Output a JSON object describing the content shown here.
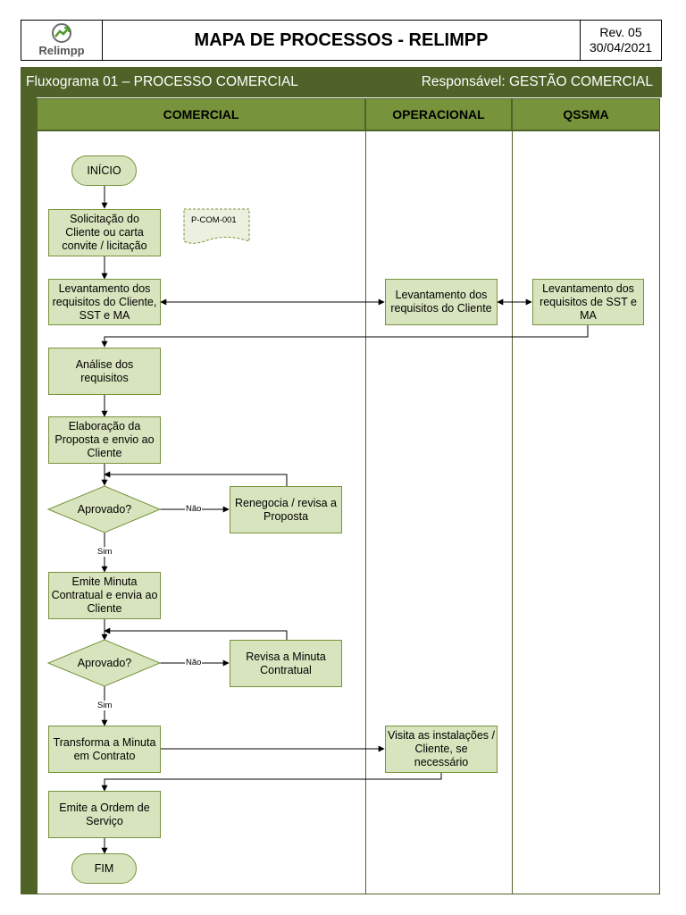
{
  "header": {
    "logo_text": "Relimpp",
    "title": "MAPA DE PROCESSOS - RELIMPP",
    "rev": "Rev. 05",
    "date": "30/04/2021"
  },
  "banner": {
    "left": "Fluxograma 01 – PROCESSO COMERCIAL",
    "right": "Responsável: GESTÃO COMERCIAL"
  },
  "lanes": [
    "COMERCIAL",
    "OPERACIONAL",
    "QSSMA"
  ],
  "nodes": {
    "inicio": "INÍCIO",
    "solicitacao": "Solicitação do Cliente ou carta convite / licitação",
    "doc": "P-COM-001",
    "lev_com": "Levantamento dos requisitos do Cliente, SST e MA",
    "lev_op": "Levantamento dos requisitos do Cliente",
    "lev_qssma": "Levantamento dos requisitos de SST e MA",
    "analise": "Análise dos requisitos",
    "elaboracao": "Elaboração da Proposta e envio ao Cliente",
    "aprovado1": "Aprovado?",
    "renegocia": "Renegocia / revisa a Proposta",
    "emite_minuta": "Emite Minuta Contratual e envia ao Cliente",
    "aprovado2": "Aprovado?",
    "revisa_minuta": "Revisa a Minuta Contratual",
    "transforma": "Transforma a Minuta em Contrato",
    "visita": "Visita as instalações / Cliente, se necessário",
    "ordem": "Emite a Ordem de Serviço",
    "fim": "FIM"
  },
  "labels": {
    "nao1": "Não",
    "sim1": "Sim",
    "nao2": "Não",
    "sim2": "Sim"
  },
  "colors": {
    "dark_green": "#4f6228",
    "mid_green": "#77933c",
    "light_green": "#d7e4bd"
  }
}
